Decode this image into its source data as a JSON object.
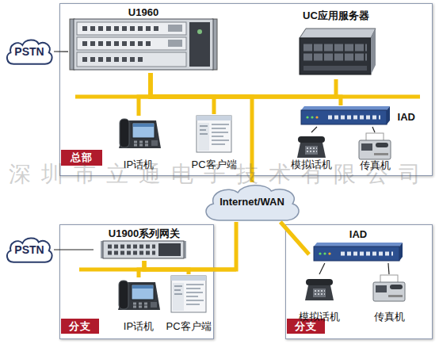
{
  "diagram": {
    "nodes": [
      {
        "text": [
          "总部"
        ]
      },
      {
        "text": [
          "U1960"
        ],
        "in": 0
      },
      {
        "text": [
          "UC应用服务器"
        ],
        "in": 0
      },
      {
        "text": [
          "IP话机"
        ],
        "in": 0
      },
      {
        "text": [
          "PC客户端"
        ],
        "in": 0
      },
      {
        "text": [
          "IAD"
        ],
        "in": 0
      },
      {
        "text": [
          "模拟话机"
        ],
        "in": 0
      },
      {
        "text": [
          "传真机"
        ],
        "in": 0
      },
      {
        "text": [
          "PSTN"
        ]
      },
      {
        "text": [
          "Internet/WAN"
        ]
      },
      {
        "text": [
          "分支"
        ]
      },
      {
        "text": [
          "U1900系列网关"
        ],
        "in": 10
      },
      {
        "text": [
          "IP话机"
        ],
        "in": 10
      },
      {
        "text": [
          "PC客户端"
        ],
        "in": 10
      },
      {
        "text": [
          "PSTN"
        ]
      },
      {
        "text": [
          "分支"
        ]
      },
      {
        "text": [
          "IAD"
        ],
        "in": 15
      },
      {
        "text": [
          "模拟话机"
        ],
        "in": 15
      },
      {
        "text": [
          "传真机"
        ],
        "in": 15
      }
    ],
    "edges": [
      {
        "from": 8,
        "to": 1,
        "arrow": "none"
      },
      {
        "from": 1,
        "to": 2,
        "arrow": "none"
      },
      {
        "from": 1,
        "to": 3,
        "arrow": "none"
      },
      {
        "from": 1,
        "to": 4,
        "arrow": "none"
      },
      {
        "from": 1,
        "to": 5,
        "arrow": "none"
      },
      {
        "from": 5,
        "to": 6,
        "arrow": "none"
      },
      {
        "from": 5,
        "to": 7,
        "arrow": "none"
      },
      {
        "from": 1,
        "to": 9,
        "arrow": "none"
      },
      {
        "from": 9,
        "to": 11,
        "arrow": "none"
      },
      {
        "from": 14,
        "to": 11,
        "arrow": "none"
      },
      {
        "from": 11,
        "to": 12,
        "arrow": "none"
      },
      {
        "from": 11,
        "to": 13,
        "arrow": "none"
      },
      {
        "from": 9,
        "to": 16,
        "arrow": "none"
      },
      {
        "from": 16,
        "to": 17,
        "arrow": "none"
      },
      {
        "from": 16,
        "to": 18,
        "arrow": "none"
      }
    ],
    "labels": [
      "深圳市立通电子技术有限公司"
    ]
  }
}
